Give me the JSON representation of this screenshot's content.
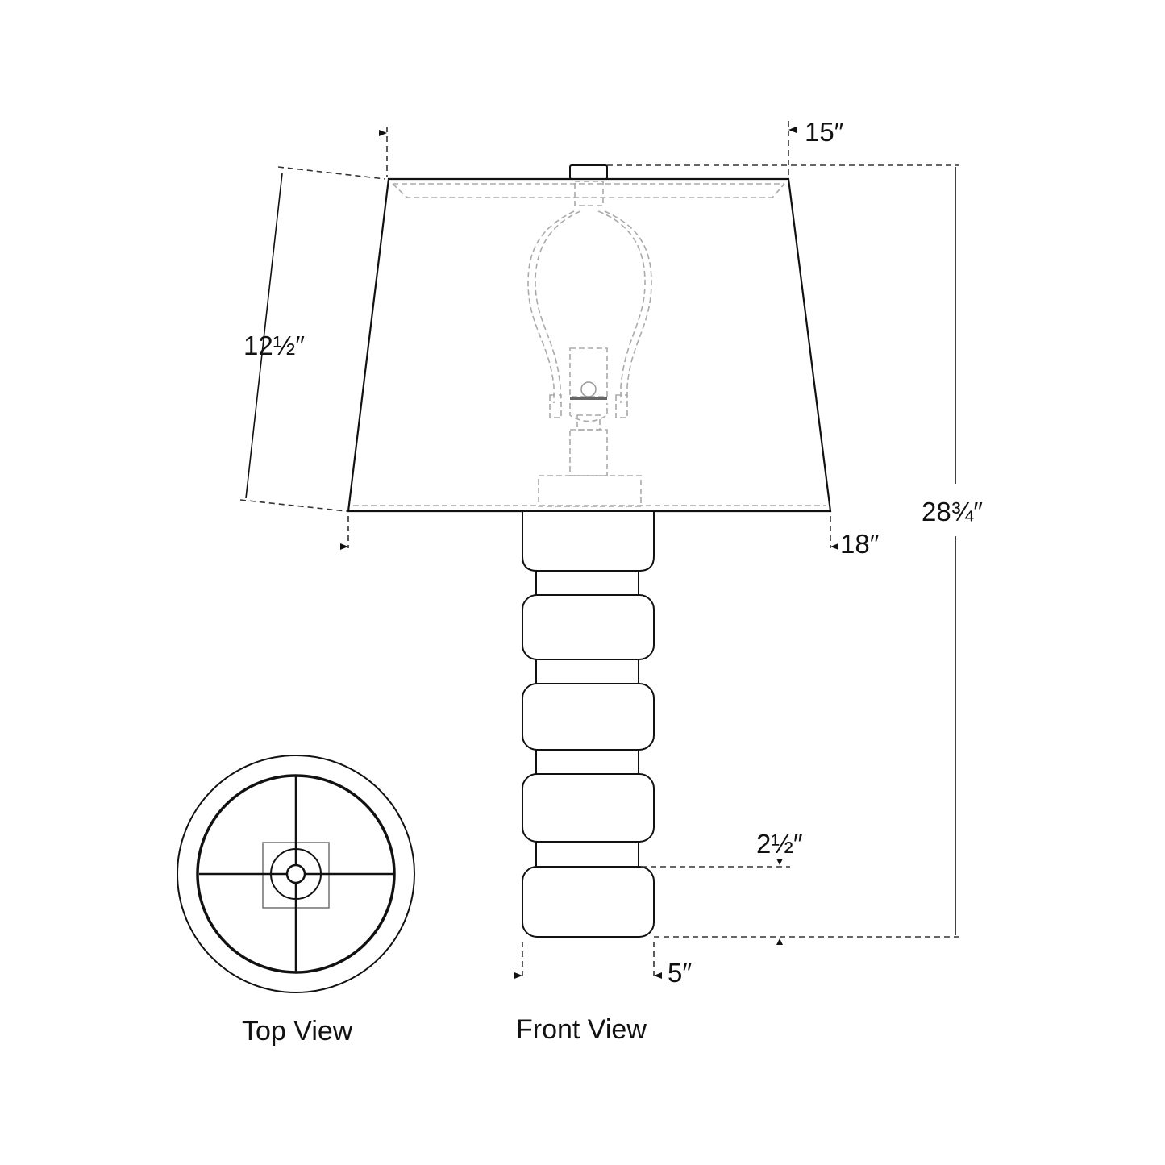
{
  "dimensions": {
    "shade_top_width": "15″",
    "shade_bottom_width": "18″",
    "shade_height": "12½″",
    "overall_height": "28¾″",
    "base_segment_height": "2½″",
    "base_width": "5″"
  },
  "views": {
    "top": "Top View",
    "front": "Front View"
  },
  "colors": {
    "line": "#111111",
    "hidden_line": "#aaaaaa"
  }
}
